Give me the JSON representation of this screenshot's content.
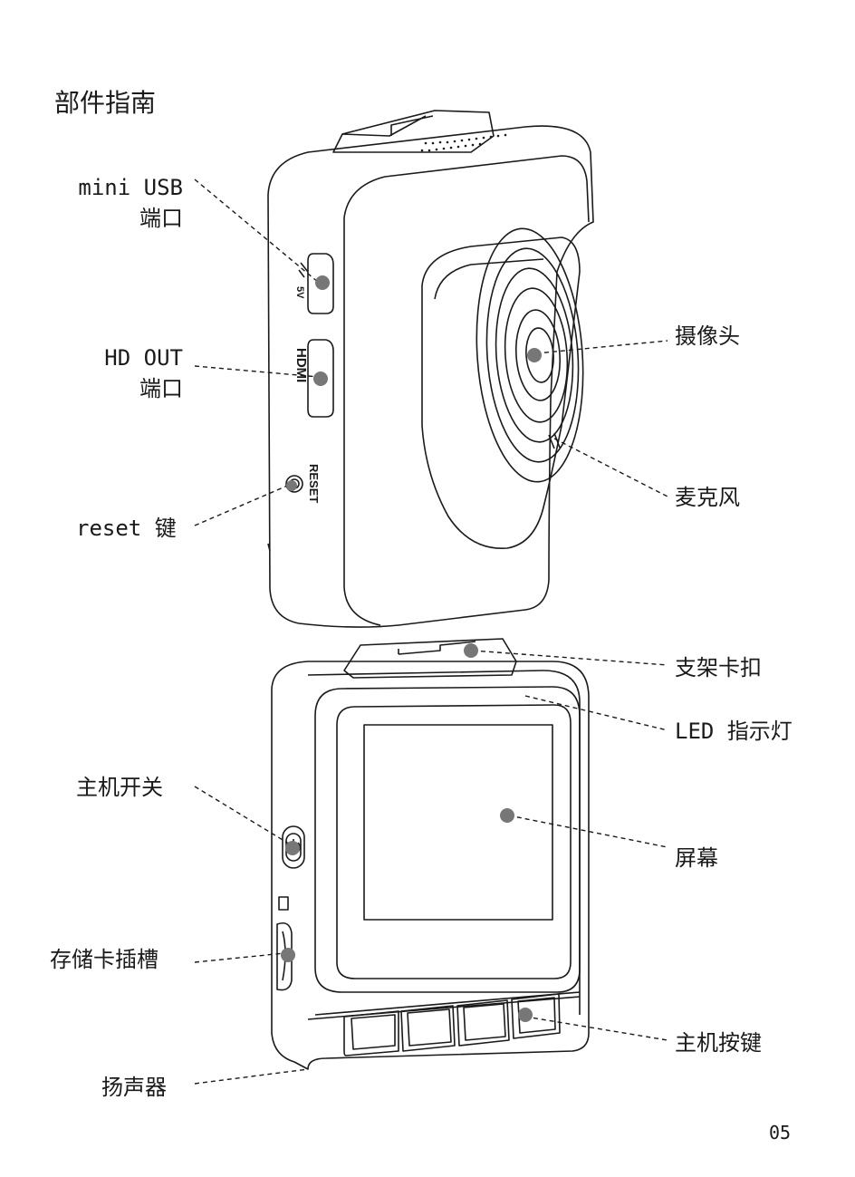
{
  "title": "部件指南",
  "page_number": "05",
  "device_text": {
    "usb_5v": "5V",
    "hdmi": "HDMI",
    "reset": "RESET"
  },
  "labels": {
    "mini_usb_line1": "mini USB",
    "mini_usb_line2": "端口",
    "hd_out_line1": "HD OUT",
    "hd_out_line2": "端口",
    "reset_key": "reset 键",
    "camera": "摄像头",
    "microphone": "麦克风",
    "mount_clip": "支架卡扣",
    "led_indicator": "LED 指示灯",
    "power_switch": "主机开关",
    "screen": "屏幕",
    "card_slot": "存储卡插槽",
    "main_buttons": "主机按键",
    "speaker": "扬声器"
  }
}
